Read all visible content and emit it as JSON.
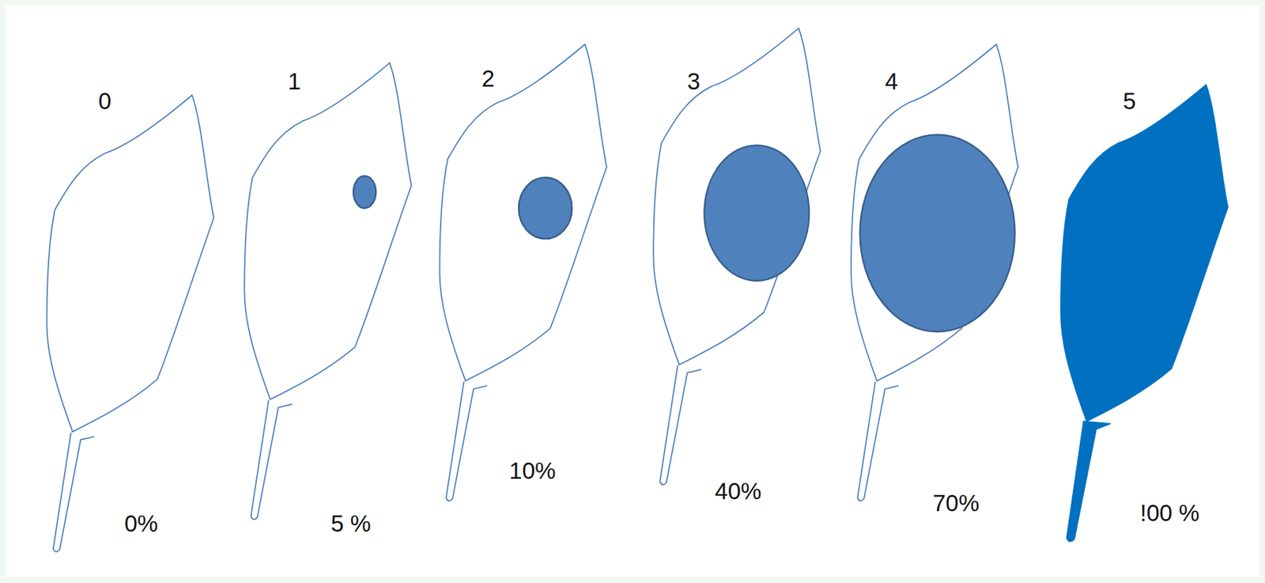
{
  "diagram": {
    "labels": [
      "0",
      "0%",
      "1",
      "5 %",
      "2",
      "10%",
      "3",
      "40%",
      "4",
      "70%",
      "5",
      "!00 %"
    ]
  }
}
